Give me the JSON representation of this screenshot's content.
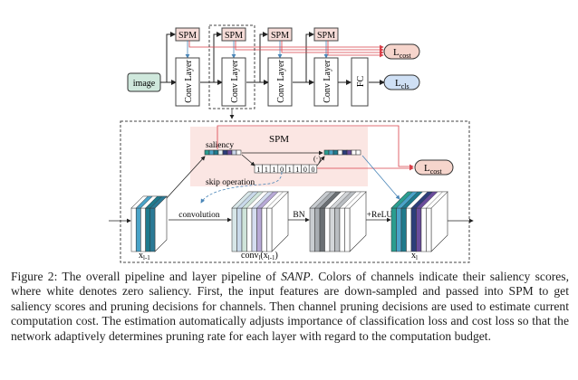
{
  "top_pipeline": {
    "input_label": "image",
    "spm_label": "SPM",
    "conv_label": "Conv Layer",
    "fc_label": "FC",
    "loss_cost": {
      "main": "L",
      "sub": "cost"
    },
    "loss_cls": {
      "main": "L",
      "sub": "cls"
    }
  },
  "layer_detail": {
    "spm_title": "SPM",
    "saliency_label": "saliency",
    "multiply_label": "(·)",
    "mask_bits": [
      "1",
      "1",
      "1",
      "0",
      "1",
      "1",
      "0",
      "0"
    ],
    "skip_label": "skip operation",
    "conv_label": "convolution",
    "bn_label": "BN",
    "relu_label": "+ReLU",
    "loss_cost": {
      "main": "L",
      "sub": "cost"
    },
    "input_tensor": {
      "main": "x",
      "sub": "l-1"
    },
    "conv_tensor": {
      "main": "conv",
      "sub": "l",
      "arg_main": "x",
      "arg_sub": "l-1"
    },
    "output_tensor": {
      "main": "x",
      "sub": "l"
    },
    "saliency_colors": [
      "#2a9d8f",
      "#4aa3c8",
      "#1f7a8c",
      "#e8f4f4",
      "#2c3e7a",
      "#6a4c9c",
      "#c9d6ea",
      "#ffffff"
    ],
    "masked_colors": [
      "#2a9d8f",
      "#4aa3c8",
      "#1f7a8c",
      "#ffffff",
      "#2c3e7a",
      "#6a4c9c",
      "#ffffff",
      "#ffffff"
    ]
  },
  "colors": {
    "image_fill": "#cfe8dc",
    "spm_fill": "#f6dcd8",
    "spm_region": "#fbe6e3",
    "cost_fill": "#f6d5cc",
    "cls_fill": "#cfe0f5",
    "red_line": "#d9404a",
    "blue_line": "#4a86b8"
  },
  "caption": {
    "prefix": "Figure 2: The overall pipeline and layer pipeline of ",
    "name": "SANP",
    "text": ". Colors of channels indicate their saliency scores, where white denotes zero saliency. First, the input features are down-sampled and passed into SPM to get saliency scores and pruning decisions for channels. Then channel pruning decisions are used to estimate current computation cost. The estimation automatically adjusts importance of classification loss and cost loss so that the network adaptively determines pruning rate for each layer with regard to the computation budget."
  }
}
